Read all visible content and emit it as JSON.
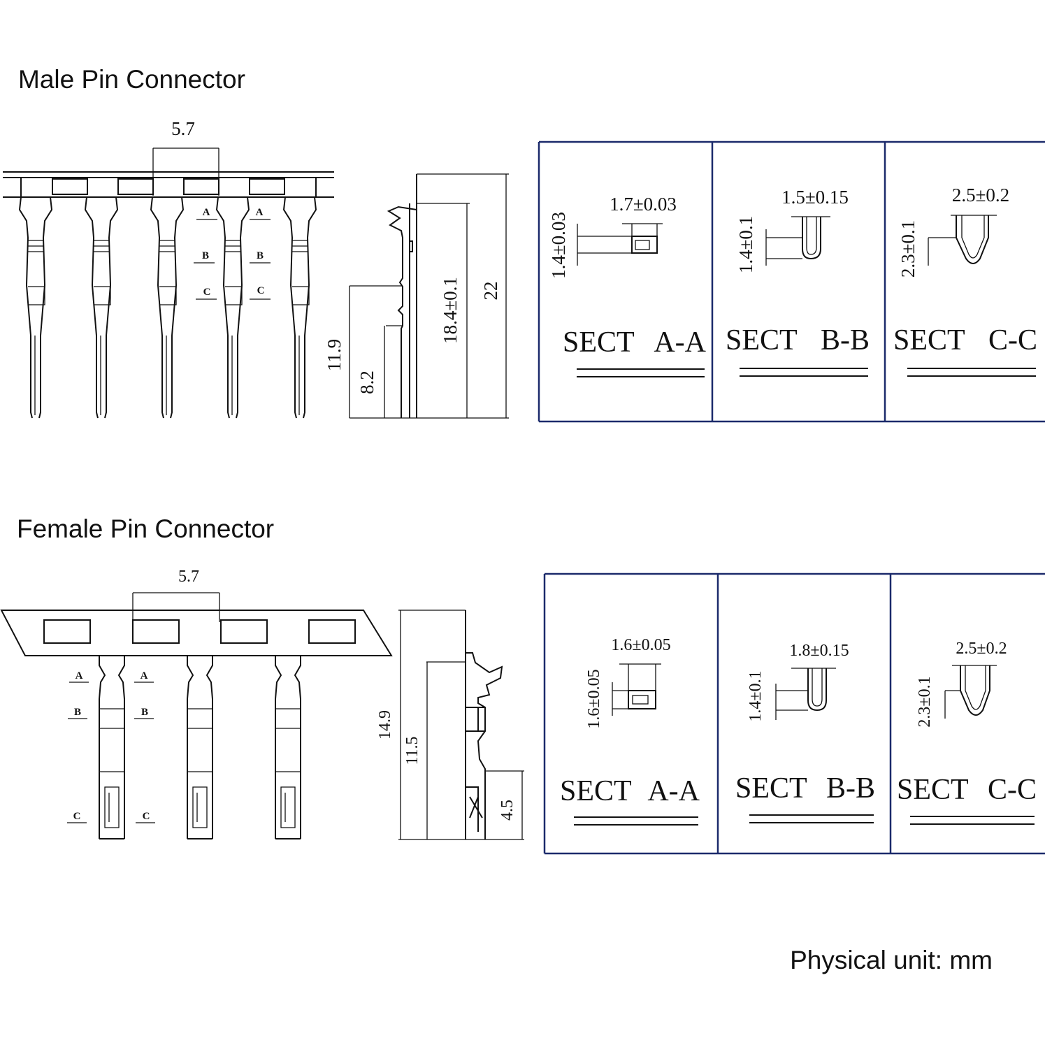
{
  "male": {
    "title": "Male Pin Connector",
    "pitch": "5.7",
    "section_marks": [
      "A",
      "A",
      "B",
      "B",
      "C",
      "C"
    ],
    "side_dims": {
      "pin_length": "11.9",
      "crimp_height": "8.2",
      "body_length": "18.4±0.1",
      "total_length": "22"
    },
    "sections": [
      {
        "title": "SECT",
        "id": "A-A",
        "width_dim": "1.7±0.03",
        "height_dim": "1.4±0.03"
      },
      {
        "title": "SECT",
        "id": "B-B",
        "width_dim": "1.5±0.15",
        "height_dim": "1.4±0.1"
      },
      {
        "title": "SECT",
        "id": "C-C",
        "width_dim": "2.5±0.2",
        "height_dim": "2.3±0.1"
      }
    ]
  },
  "female": {
    "title": "Female Pin Connector",
    "pitch": "5.7",
    "section_marks": [
      "A",
      "A",
      "B",
      "B",
      "C",
      "C"
    ],
    "side_dims": {
      "total_length": "14.9",
      "body_length": "11.5",
      "crimp_length": "4.5"
    },
    "sections": [
      {
        "title": "SECT",
        "id": "A-A",
        "width_dim": "1.6±0.05",
        "height_dim": "1.6±0.05"
      },
      {
        "title": "SECT",
        "id": "B-B",
        "width_dim": "1.8±0.15",
        "height_dim": "1.4±0.1"
      },
      {
        "title": "SECT",
        "id": "C-C",
        "width_dim": "2.5±0.2",
        "height_dim": "2.3±0.1"
      }
    ]
  },
  "unit_note": "Physical unit: mm"
}
